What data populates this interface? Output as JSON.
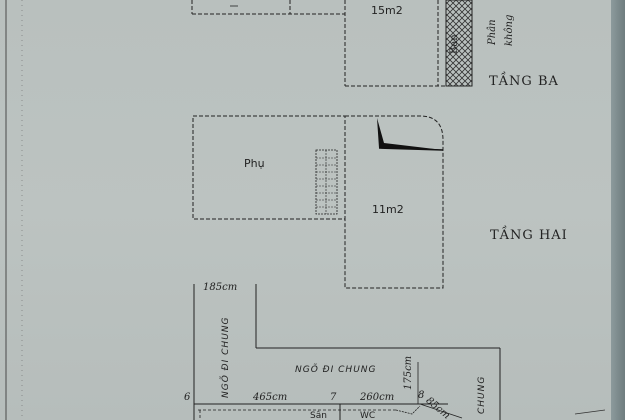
{
  "floors": {
    "ba": {
      "label": "TẦNG BA",
      "area": "15m2",
      "ban_label": "Ban",
      "phan_label": "Phân",
      "khong_label": "không"
    },
    "hai": {
      "label": "TẦNG HAI",
      "area": "11m2",
      "phu_label": "Phụ"
    }
  },
  "ground": {
    "lane_label_vertical": "NGÕ ĐI CHUNG",
    "lane_label_horizontal": "NGÕ ĐI CHUNG",
    "lane_label_right": "CHUNG",
    "dim_185": "185cm",
    "dim_465": "465cm",
    "dim_260": "260cm",
    "dim_175": "175cm",
    "dim_85": "85cm",
    "pt_6": "6",
    "pt_7": "7",
    "pt_8": "8",
    "san_label": "Sân",
    "wc_label": "WC"
  }
}
